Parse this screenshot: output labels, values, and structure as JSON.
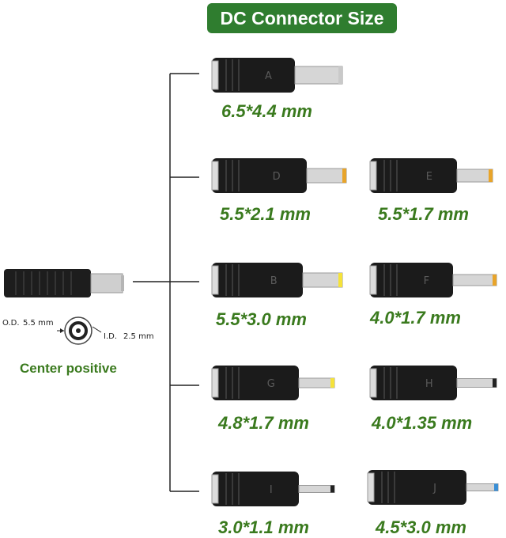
{
  "title": "DC Connector Size",
  "center_label": "Center positive",
  "od_label": "O.D.",
  "od_value": "5.5 mm",
  "id_label": "I.D.",
  "id_value": "2.5 mm",
  "connectors": [
    {
      "letter": "A",
      "size": "6.5*4.4 mm",
      "tip": "silver"
    },
    {
      "letter": "D",
      "size": "5.5*2.1 mm",
      "tip": "gold"
    },
    {
      "letter": "E",
      "size": "5.5*1.7 mm",
      "tip": "gold"
    },
    {
      "letter": "B",
      "size": "5.5*3.0 mm",
      "tip": "yellow"
    },
    {
      "letter": "F",
      "size": "4.0*1.7 mm",
      "tip": "gold"
    },
    {
      "letter": "G",
      "size": "4.8*1.7 mm",
      "tip": "yellow"
    },
    {
      "letter": "H",
      "size": "4.0*1.35 mm",
      "tip": "black"
    },
    {
      "letter": "I",
      "size": "3.0*1.1 mm",
      "tip": "black"
    },
    {
      "letter": "J",
      "size": "4.5*3.0 mm",
      "tip": "blue"
    }
  ],
  "colors": {
    "banner": "#2f7d2f",
    "label": "#3a7a1e",
    "gold": "#e8a42a",
    "yellow": "#f5e23a",
    "blue": "#3a8fd6",
    "silver": "#c9c9c9"
  }
}
